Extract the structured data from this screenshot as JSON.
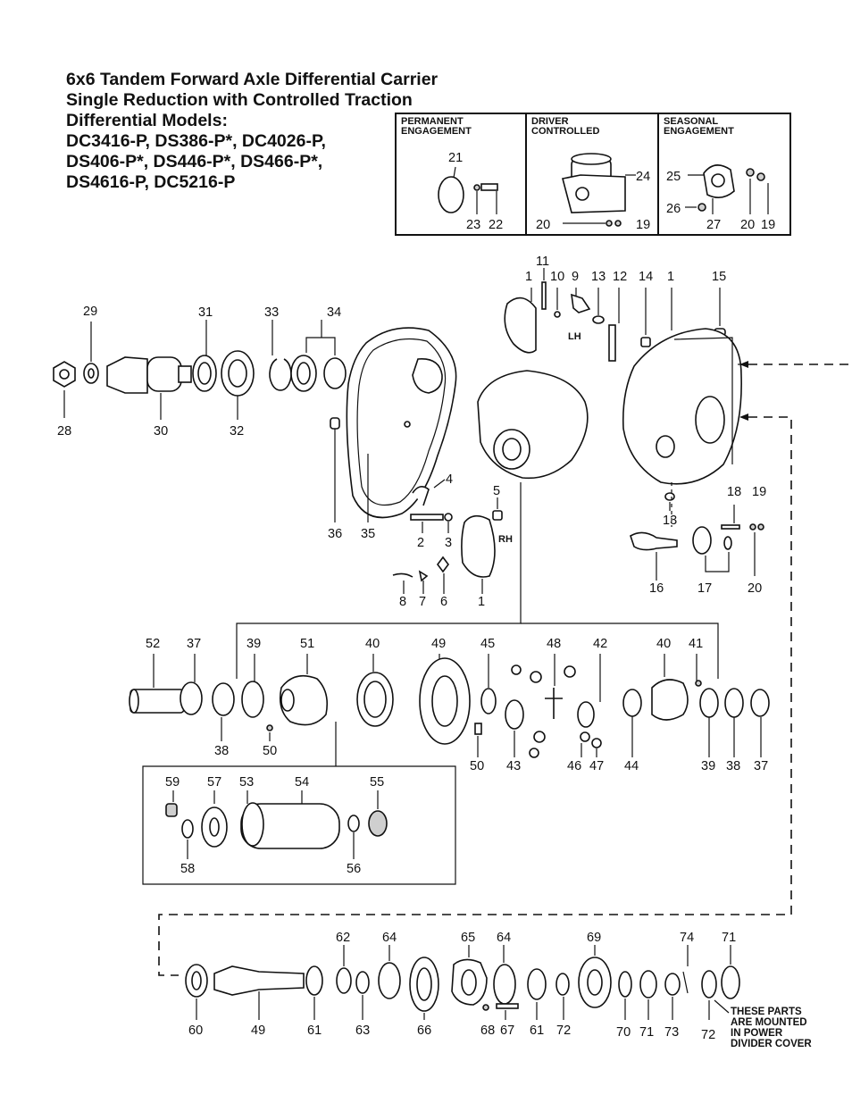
{
  "title_lines": [
    "6x6 Tandem Forward Axle Differential Carrier",
    "Single Reduction with Controlled Traction",
    "Differential Models:",
    "DC3416-P, DS386-P*, DC4026-P,",
    "DS406-P*, DS446-P*, DS466-P*,",
    "DS4616-P, DC5216-P"
  ],
  "engagement": [
    {
      "heading": "PERMANENT\nENGAGEMENT"
    },
    {
      "heading": "DRIVER\nCONTROLLED"
    },
    {
      "heading": "SEASONAL\nENGAGEMENT"
    }
  ],
  "side_labels": {
    "lh": "LH",
    "rh": "RH"
  },
  "power_divider_note": "THESE PARTS\nARE MOUNTED\nIN POWER\nDIVIDER COVER",
  "part_numbers": [
    "21",
    "23",
    "22",
    "24",
    "20",
    "19",
    "25",
    "26",
    "27",
    "20",
    "19",
    "11",
    "1",
    "10",
    "9",
    "13",
    "12",
    "14",
    "1",
    "15",
    "29",
    "31",
    "33",
    "34",
    "28",
    "30",
    "32",
    "36",
    "35",
    "4",
    "5",
    "2",
    "3",
    "8",
    "7",
    "6",
    "1",
    "13",
    "18",
    "19",
    "16",
    "17",
    "20",
    "52",
    "37",
    "39",
    "51",
    "40",
    "49",
    "45",
    "48",
    "42",
    "40",
    "41",
    "38",
    "50",
    "50",
    "43",
    "46",
    "47",
    "44",
    "39",
    "38",
    "37",
    "59",
    "57",
    "53",
    "54",
    "55",
    "58",
    "56",
    "62",
    "64",
    "65",
    "64",
    "69",
    "74",
    "71",
    "60",
    "49",
    "61",
    "63",
    "66",
    "68",
    "67",
    "61",
    "72",
    "70",
    "71",
    "73",
    "72"
  ]
}
